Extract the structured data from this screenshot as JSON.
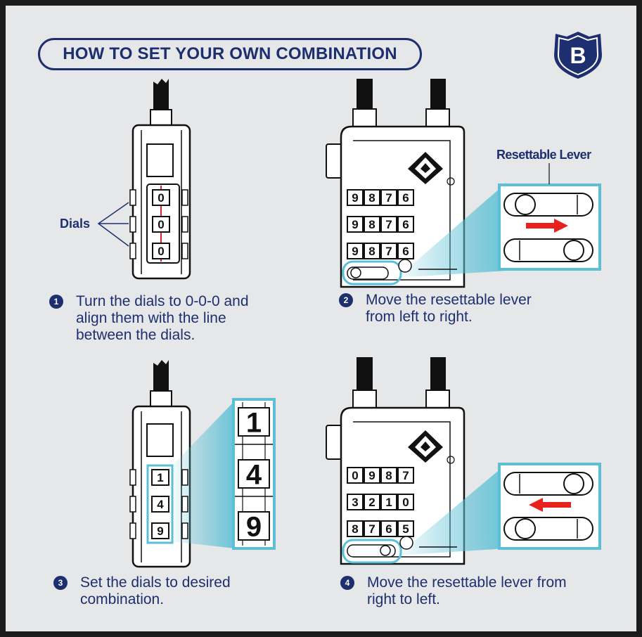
{
  "title": "HOW TO SET YOUR OWN COMBINATION",
  "logo": {
    "letter": "B",
    "icon": "shield-badge-icon"
  },
  "labels": {
    "dials": "Dials",
    "resettable_lever": "Resettable Lever"
  },
  "steps": [
    {
      "number": "1",
      "text": "Turn the dials to 0-0-0 and align them with the line between the dials."
    },
    {
      "number": "2",
      "text": "Move the resettable lever from left to right."
    },
    {
      "number": "3",
      "text": "Set the dials to desired combination."
    },
    {
      "number": "4",
      "text": "Move the resettable lever from right to left."
    }
  ],
  "dial_digits": {
    "step1": [
      "0",
      "0",
      "0"
    ],
    "step2_rows": [
      [
        "9",
        "8",
        "7",
        "6"
      ],
      [
        "9",
        "8",
        "7",
        "6"
      ],
      [
        "9",
        "8",
        "7",
        "6"
      ]
    ],
    "step3": [
      "1",
      "4",
      "9"
    ],
    "step3_zoom": [
      "1",
      "4",
      "9"
    ],
    "step4_rows": [
      [
        "0",
        "9",
        "8",
        "7"
      ],
      [
        "3",
        "2",
        "1",
        "0"
      ],
      [
        "8",
        "7",
        "6",
        "5"
      ]
    ]
  },
  "colors": {
    "navy": "#1d2f6f",
    "accent": "#5bc0d6",
    "arrow": "#e8221b",
    "background": "#e6e7e8"
  }
}
